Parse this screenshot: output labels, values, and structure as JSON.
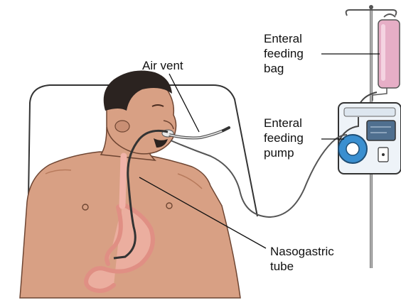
{
  "labels": {
    "air_vent": "Air vent",
    "feeding_bag": "Enteral\nfeeding\nbag",
    "feeding_pump": "Enteral\nfeeding\npump",
    "ng_tube": "Nasogastric\ntube"
  },
  "colors": {
    "skin": "#d8a084",
    "skin_shadow": "#b77a5c",
    "hair": "#2b2320",
    "stomach": "#f1b3a8",
    "stomach_outline": "#e08f84",
    "bag": "#e6aec6",
    "pump_body": "#eef3f8",
    "pump_screen": "#4f6f8f",
    "pump_rotor": "#3a8fd0",
    "pole": "#7a7a7a",
    "tube": "#333333",
    "bed": "#333333"
  }
}
